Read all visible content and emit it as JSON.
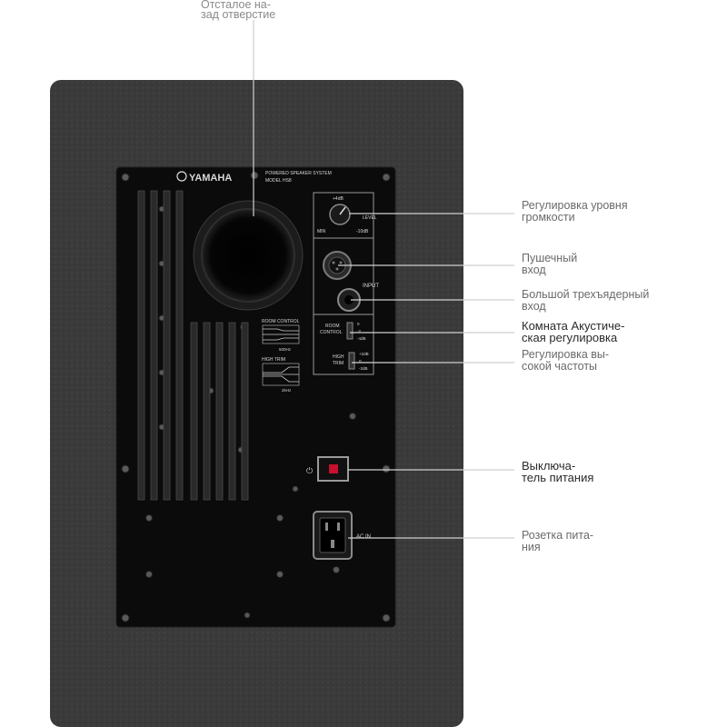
{
  "panel": {
    "brand": "YAMAHA",
    "system_line1": "POWERED SPEAKER SYSTEM",
    "system_line2": "MODEL HS8",
    "level_plus": "+4dB",
    "level_title": "LEVEL",
    "level_min": "MIN",
    "level_max": "-10dB",
    "input_title": "INPUT",
    "room_control_title_1": "ROOM",
    "room_control_title_2": "CONTROL",
    "room_control_vals": [
      "0",
      "-2",
      "-4dB"
    ],
    "high_trim_title_1": "HIGH",
    "high_trim_title_2": "TRIM",
    "high_trim_vals": [
      "+2dB",
      "0",
      "-2dB"
    ],
    "chart_room_title": "ROOM CONTROL",
    "chart_room_freq": "500Hz",
    "chart_trim_title": "HIGH TRIM",
    "chart_trim_freq": "2kHz",
    "ac_in": "AC IN"
  },
  "callouts": {
    "port": [
      "Отсталое на-",
      "зад отверстие"
    ],
    "volume": [
      "Регулировка уровня",
      "громкости"
    ],
    "xlr": [
      "Пушечный",
      "вход"
    ],
    "trs": [
      "Большой трехъядерный",
      "вход"
    ],
    "room": [
      "Комната Акустиче-",
      "ская регулировка"
    ],
    "hightrim": [
      "Регулировка вы-",
      "сокой частоты"
    ],
    "power": [
      "Выключа-",
      "тель питания"
    ],
    "socket": [
      "Розетка пита-",
      "ния"
    ]
  }
}
